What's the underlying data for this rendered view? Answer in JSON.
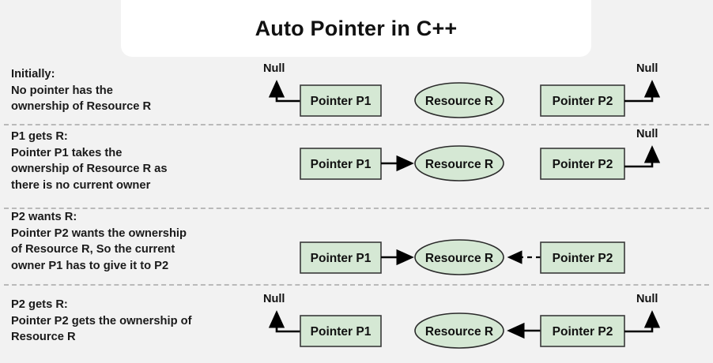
{
  "title": "Auto Pointer in C++",
  "labels": {
    "pointer_p1": "Pointer P1",
    "pointer_p2": "Pointer P2",
    "resource_r": "Resource R",
    "null": "Null"
  },
  "colors": {
    "background": "#f2f2f2",
    "title_card": "#ffffff",
    "node_fill": "#d5e8d4",
    "node_stroke": "#333333",
    "divider": "#b9b9b9",
    "text": "#1a1a1a"
  },
  "rows": [
    {
      "id": "initially",
      "heading": "Initially:",
      "description": "No pointer has the\nownership of Resource R",
      "text": "Initially:\nNo pointer has the\nownership of Resource R",
      "edges": [
        {
          "from": "Pointer P1",
          "to": "Null",
          "style": "solid",
          "direction": "left-up"
        },
        {
          "from": "Pointer P2",
          "to": "Null",
          "style": "solid",
          "direction": "right-up"
        }
      ],
      "p1_null": "Null",
      "p2_null": "Null"
    },
    {
      "id": "p1-gets-r",
      "heading": "P1 gets R:",
      "description": "Pointer P1 takes the\nownership of Resource R as\nthere is no current owner",
      "text": "P1 gets R:\nPointer P1 takes the\nownership of Resource R as\nthere is no current owner",
      "edges": [
        {
          "from": "Pointer P1",
          "to": "Resource R",
          "style": "solid",
          "direction": "right"
        },
        {
          "from": "Pointer P2",
          "to": "Null",
          "style": "solid",
          "direction": "right-up"
        }
      ],
      "p2_null": "Null"
    },
    {
      "id": "p2-wants-r",
      "heading": "P2 wants R:",
      "description": "Pointer P2 wants the ownership\nof Resource R, So the current\nowner P1 has to give it to P2",
      "text": "P2 wants R:\nPointer P2 wants the ownership\nof Resource R, So the current\nowner P1 has to give it to P2",
      "edges": [
        {
          "from": "Pointer P1",
          "to": "Resource R",
          "style": "solid",
          "direction": "right"
        },
        {
          "from": "Pointer P2",
          "to": "Resource R",
          "style": "dashed",
          "direction": "left"
        }
      ]
    },
    {
      "id": "p2-gets-r",
      "heading": "P2 gets R:",
      "description": "Pointer P2 gets the ownership of\nResource R",
      "text": "P2 gets R:\nPointer P2 gets the ownership of\nResource R",
      "edges": [
        {
          "from": "Pointer P1",
          "to": "Null",
          "style": "solid",
          "direction": "left-up"
        },
        {
          "from": "Pointer P2",
          "to": "Resource R",
          "style": "solid",
          "direction": "left"
        },
        {
          "from": "Pointer P2",
          "to": "Null",
          "style": "solid",
          "direction": "right-up"
        }
      ],
      "p1_null": "Null",
      "p2_null": "Null"
    }
  ]
}
